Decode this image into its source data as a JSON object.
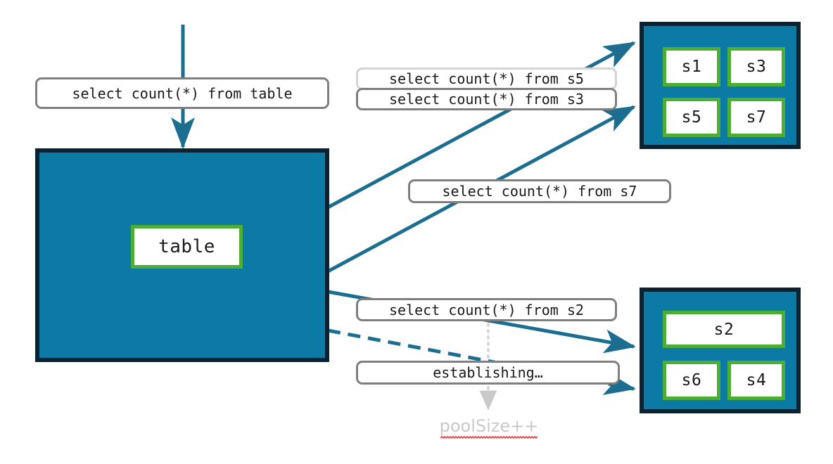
{
  "diagram": {
    "title": "connection pool query routing diagram",
    "colors": {
      "teal_fill": "#0b7ba5",
      "navy_border": "#0a2334",
      "green_border": "#4caf33",
      "arrow_blue": "#1b6e8f",
      "label_border_gray": "#7f7f7f",
      "label_border_faded": "#d4d4d4",
      "poolsize_gray": "#c9c9c9",
      "spellcheck_red": "#ef3b3b"
    }
  },
  "source": {
    "incoming_query_label": "select count(*) from table",
    "table_node_label": "table"
  },
  "queries": {
    "s5": "select count(*) from s5",
    "s3": "select count(*) from s3",
    "s7": "select count(*) from s7",
    "s2": "select count(*) from s2",
    "establishing": "establishing…"
  },
  "annotation": {
    "poolsize": "poolSize++"
  },
  "server_groups": [
    {
      "name": "top-shard-group",
      "nodes": [
        {
          "id": "s1",
          "label": "s1"
        },
        {
          "id": "s3",
          "label": "s3"
        },
        {
          "id": "s5",
          "label": "s5"
        },
        {
          "id": "s7",
          "label": "s7"
        }
      ]
    },
    {
      "name": "bottom-shard-group",
      "nodes": [
        {
          "id": "s2",
          "label": "s2"
        },
        {
          "id": "s6",
          "label": "s6"
        },
        {
          "id": "s4",
          "label": "s4"
        }
      ]
    }
  ]
}
